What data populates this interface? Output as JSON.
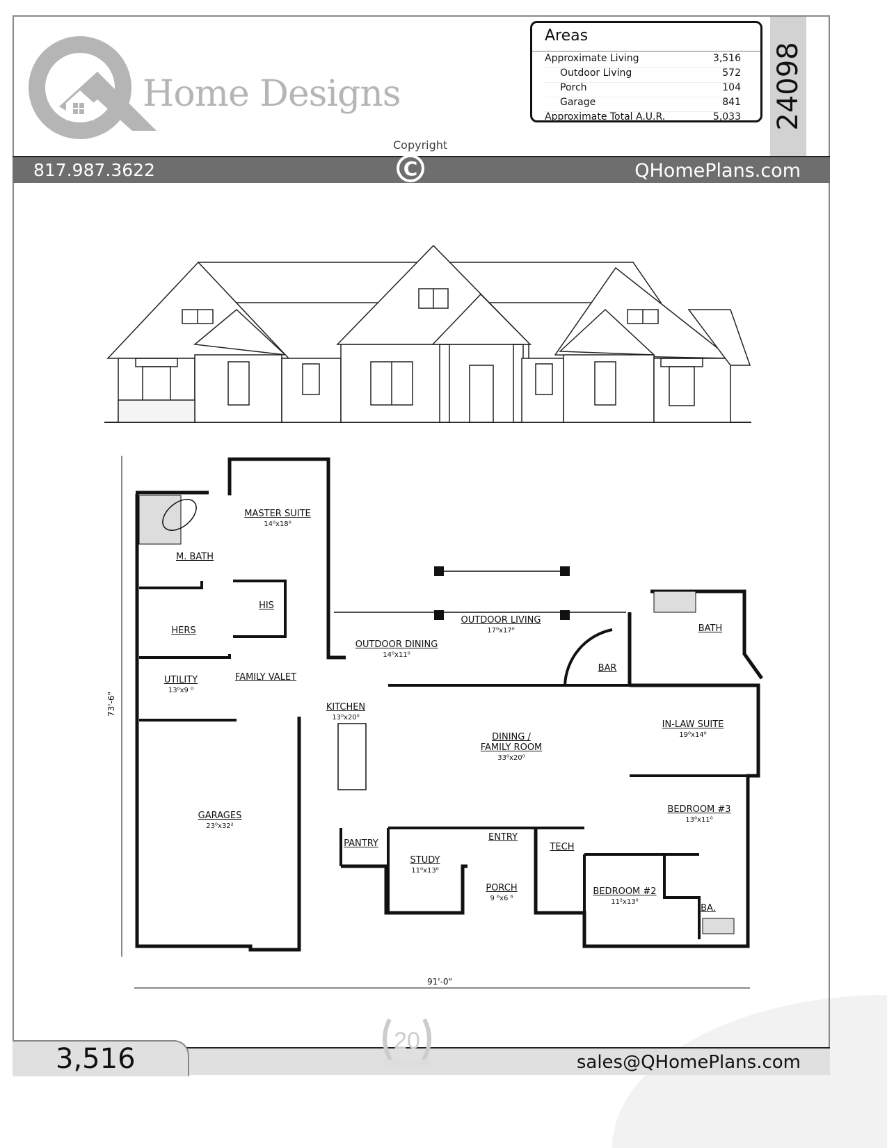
{
  "header": {
    "brand": "Home Designs",
    "plan_number": "24098",
    "copyright_label": "Copyright",
    "copyright_symbol": "C",
    "phone": "817.987.3622",
    "website": "QHomePlans.com"
  },
  "areas": {
    "title": "Areas",
    "rows": [
      {
        "label": "Approximate Living",
        "value": "3,516"
      },
      {
        "label": "Outdoor Living",
        "value": "572"
      },
      {
        "label": "Porch",
        "value": "104"
      },
      {
        "label": "Garage",
        "value": "841"
      },
      {
        "label": "Approximate Total A.U.R.",
        "value": "5,033"
      }
    ]
  },
  "floor_plan": {
    "rooms": [
      {
        "name": "MASTER SUITE",
        "size": "14⁰x18⁰"
      },
      {
        "name": "M. BATH",
        "size": ""
      },
      {
        "name": "HIS",
        "size": ""
      },
      {
        "name": "HERS",
        "size": ""
      },
      {
        "name": "UTILITY",
        "size": "13⁰x9 ⁰"
      },
      {
        "name": "FAMILY VALET",
        "size": ""
      },
      {
        "name": "OUTDOOR DINING",
        "size": "14⁰x11⁰"
      },
      {
        "name": "OUTDOOR LIVING",
        "size": "17⁰x17⁰"
      },
      {
        "name": "BAR",
        "size": ""
      },
      {
        "name": "BATH",
        "size": ""
      },
      {
        "name": "KITCHEN",
        "size": "13⁰x20⁰"
      },
      {
        "name": "DINING /",
        "name2": "FAMILY ROOM",
        "size": "33⁰x20⁰"
      },
      {
        "name": "IN-LAW SUITE",
        "size": "19⁰x14⁰"
      },
      {
        "name": "GARAGES",
        "size": "23⁰x32²"
      },
      {
        "name": "BEDROOM #3",
        "size": "13⁰x11⁰"
      },
      {
        "name": "PANTRY",
        "size": ""
      },
      {
        "name": "ENTRY",
        "size": ""
      },
      {
        "name": "STUDY",
        "size": "11⁰x13⁰"
      },
      {
        "name": "TECH",
        "size": ""
      },
      {
        "name": "PORCH",
        "size": "9 ⁶x6 ⁶"
      },
      {
        "name": "BEDROOM #2",
        "size": "11²x13⁰"
      },
      {
        "name": "BA.",
        "size": ""
      }
    ],
    "depth_dimension": "73'-6\"",
    "width_dimension": "91'-0\""
  },
  "footer": {
    "square_feet": "3,516",
    "email": "sales@QHomePlans.com",
    "badge_number": "20"
  }
}
